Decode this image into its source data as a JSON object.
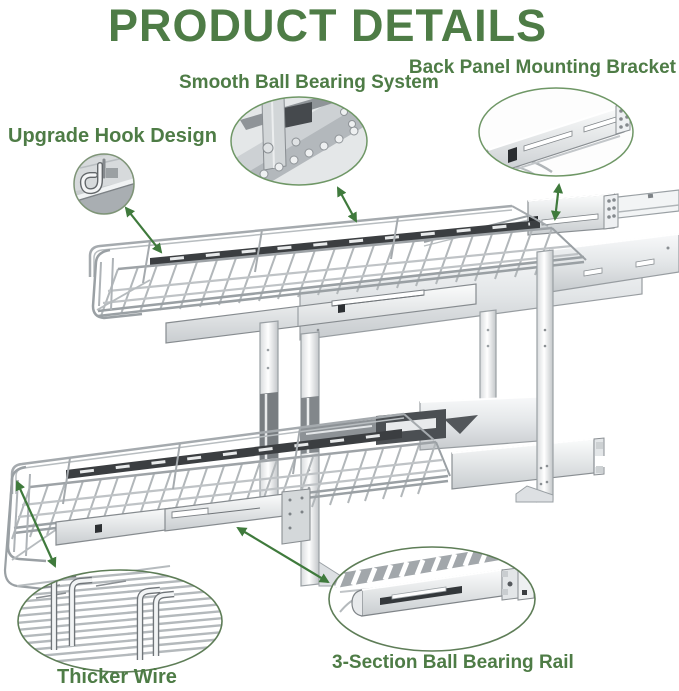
{
  "page": {
    "title": "PRODUCT DETAILS"
  },
  "callouts": {
    "hook": {
      "label": "Upgrade Hook Design"
    },
    "bearing": {
      "label": "Smooth Ball Bearing System"
    },
    "bracket": {
      "label": "Back Panel Mounting Bracket"
    },
    "wire": {
      "label": "Thicker Wire"
    },
    "rail": {
      "label": "3-Section Ball Bearing Rail"
    }
  },
  "colors": {
    "heading_green": "#4e7c46",
    "arrow_green": "#3f7a3c",
    "inset_outline_green": "#6f9766",
    "metal_light": "#f2f4f5",
    "metal_mid": "#c6cacc",
    "metal_dark": "#3b3e41"
  }
}
